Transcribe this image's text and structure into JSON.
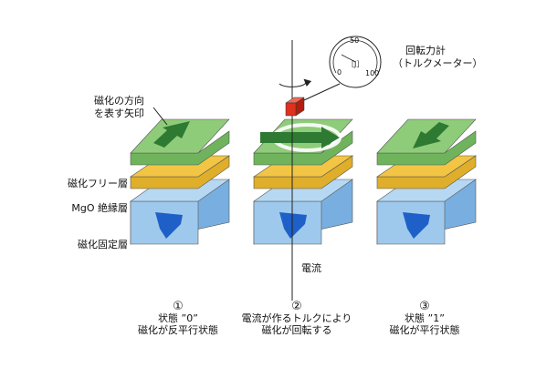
{
  "labels": {
    "arrow_meaning": [
      "磁化の方向",
      "を表す矢印"
    ],
    "free_layer": "磁化フリー層",
    "insulating_layer": "MgO 絶縁層",
    "fixed_layer": "磁化固定層",
    "current": "電流",
    "torque_meter": [
      "回転力計",
      "（トルクメーター）"
    ]
  },
  "meter": {
    "scale_min": "0",
    "scale_mid": "50",
    "scale_max": "100",
    "unit": "［J］"
  },
  "states": [
    {
      "num": "①",
      "lines": [
        "状態 ”0”",
        "磁化が反平行状態"
      ]
    },
    {
      "num": "②",
      "lines": [
        "電流が作るトルクにより",
        "磁化が回転する"
      ]
    },
    {
      "num": "③",
      "lines": [
        "状態 ”1”",
        "磁化が平行状態"
      ]
    }
  ],
  "colors": {
    "free_top": "#8fcc7a",
    "free_side": "#6fb45c",
    "mgo_top": "#f2c545",
    "mgo_side": "#dfae2a",
    "fixed_top": "#9ec9ec",
    "fixed_side": "#78afe0",
    "arrow_green": "#2e7a32",
    "arrow_blue": "#1f5fc8",
    "magnet_red": "#e0301e"
  },
  "icons": [
    "rotation-arrow-icon",
    "magnetization-arrow-icon",
    "red-magnet-block-icon",
    "dial-gauge-icon"
  ]
}
